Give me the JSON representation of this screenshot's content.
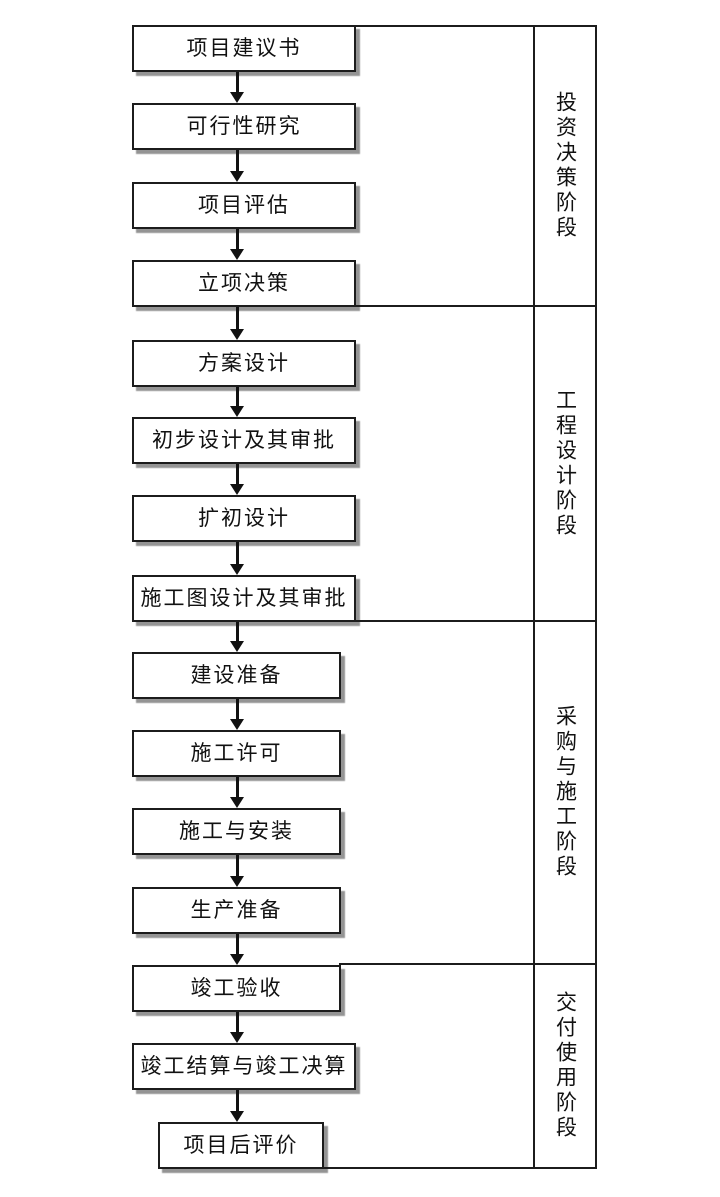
{
  "flowchart": {
    "steps": [
      "项目建议书",
      "可行性研究",
      "项目评估",
      "立项决策",
      "方案设计",
      "初步设计及其审批",
      "扩初设计",
      "施工图设计及其审批",
      "建设准备",
      "施工许可",
      "施工与安装",
      "生产准备",
      "竣工验收",
      "竣工结算与竣工决算",
      "项目后评价"
    ],
    "phases": [
      {
        "label": "投资决策阶段",
        "step_span": [
          1,
          4
        ]
      },
      {
        "label": "工程设计阶段",
        "step_span": [
          5,
          8
        ]
      },
      {
        "label": "采购与施工阶段",
        "step_span": [
          9,
          12
        ]
      },
      {
        "label": "交付使用阶段",
        "step_span": [
          13,
          15
        ]
      }
    ],
    "connector": "down-arrow"
  },
  "colors": {
    "background": "#ffffff",
    "line": "#1c1c1c",
    "text": "#111111",
    "box_fill": "#ffffff",
    "box_shadow": "#999999"
  }
}
